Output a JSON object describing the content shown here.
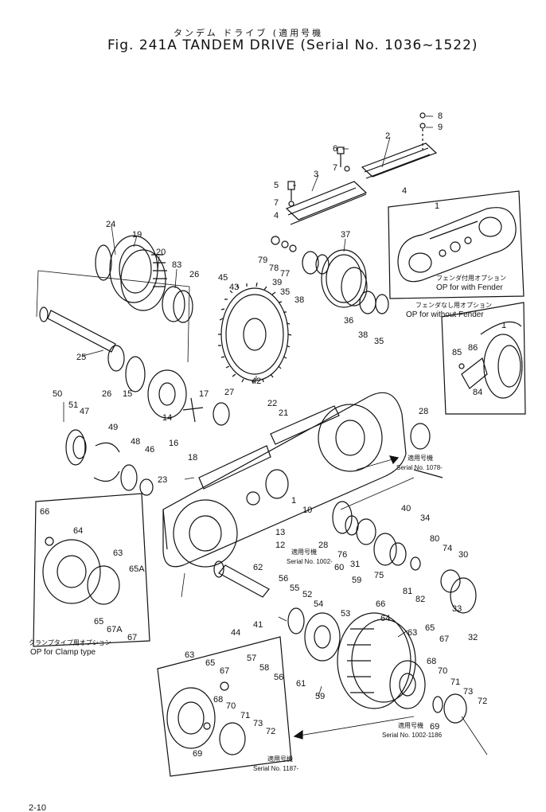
{
  "header": {
    "title_jp": "タンデム ドライブ (適用号機",
    "title_en": "Fig. 241A  TANDEM DRIVE (Serial No. 1036~1522)"
  },
  "inset_fender": {
    "label_jp": "フェンダ付用オプション",
    "label_en": "OP for with Fender"
  },
  "inset_without_fender": {
    "label_jp": "フェンダなし用オプション",
    "label_en": "OP for without Fender"
  },
  "inset_clamp": {
    "label_jp": "クランプタイプ用オプション",
    "label_en": "OP for Clamp type"
  },
  "serial_notes": [
    {
      "jp": "適用号機",
      "en": "Serial No. 1078-"
    },
    {
      "jp": "適用号機",
      "en": "Serial No. 1002-"
    },
    {
      "jp": "適用号機",
      "en": "Serial No. 1002-1186"
    },
    {
      "jp": "適用号機",
      "en": "Serial No. 1187-"
    }
  ],
  "callouts": [
    "8",
    "9",
    "2",
    "6",
    "7",
    "3",
    "5",
    "7",
    "4",
    "4",
    "1",
    "79",
    "78",
    "77",
    "39",
    "35",
    "38",
    "37",
    "36",
    "38",
    "35",
    "24",
    "19",
    "20",
    "83",
    "26",
    "45",
    "43",
    "42",
    "1",
    "86",
    "85",
    "84",
    "25",
    "26",
    "15",
    "14",
    "50",
    "51",
    "47",
    "49",
    "48",
    "46",
    "17",
    "16",
    "18",
    "27",
    "22",
    "21",
    "23",
    "28",
    "40",
    "34",
    "1",
    "10",
    "13",
    "12",
    "66",
    "64",
    "63",
    "65A",
    "65",
    "67A",
    "67",
    "62",
    "56",
    "60",
    "59",
    "55",
    "52",
    "54",
    "61",
    "41",
    "44",
    "57",
    "58",
    "56",
    "59",
    "66",
    "53",
    "64",
    "28",
    "76",
    "31",
    "75",
    "80",
    "74",
    "30",
    "81",
    "82",
    "33",
    "32",
    "63",
    "65",
    "67",
    "68",
    "70",
    "71",
    "73",
    "72",
    "69",
    "63",
    "65",
    "67",
    "68",
    "70",
    "71",
    "73",
    "72",
    "69"
  ],
  "page_marker": "2-10"
}
